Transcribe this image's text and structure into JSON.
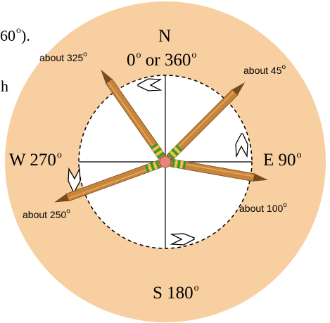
{
  "colors": {
    "outer_disk": "#F8CFA0",
    "inner_disk": "#FFFFFF",
    "pencil_wood": "#C8843A",
    "pencil_dark": "#7A4A1C",
    "band_green": "#2E9A3E",
    "band_yellow": "#E8D230",
    "hub_pink": "#E8867A"
  },
  "fragments": {
    "top_left": "60",
    "top_left_suffix": ").",
    "left_h": "h"
  },
  "north": {
    "letter": "N",
    "zero": "0",
    "or_text": "or 360",
    "deg_symbol": "o"
  },
  "east": {
    "text": "E 90",
    "deg_symbol": "o"
  },
  "south": {
    "text": "S 180",
    "deg_symbol": "o"
  },
  "west": {
    "text": "W 270",
    "deg_symbol": "o"
  },
  "pencils": [
    {
      "label_prefix": "about 325",
      "deg_symbol": "o",
      "bearing": 325
    },
    {
      "label_prefix": "about 45",
      "deg_symbol": "o",
      "bearing": 45
    },
    {
      "label_prefix": "about 100",
      "deg_symbol": "o",
      "bearing": 100
    },
    {
      "label_prefix": "about 250",
      "deg_symbol": "o",
      "bearing": 250
    }
  ],
  "arrow_icons": [
    "chevron-east-icon",
    "chevron-south-icon",
    "chevron-west-icon",
    "chevron-north-icon"
  ]
}
